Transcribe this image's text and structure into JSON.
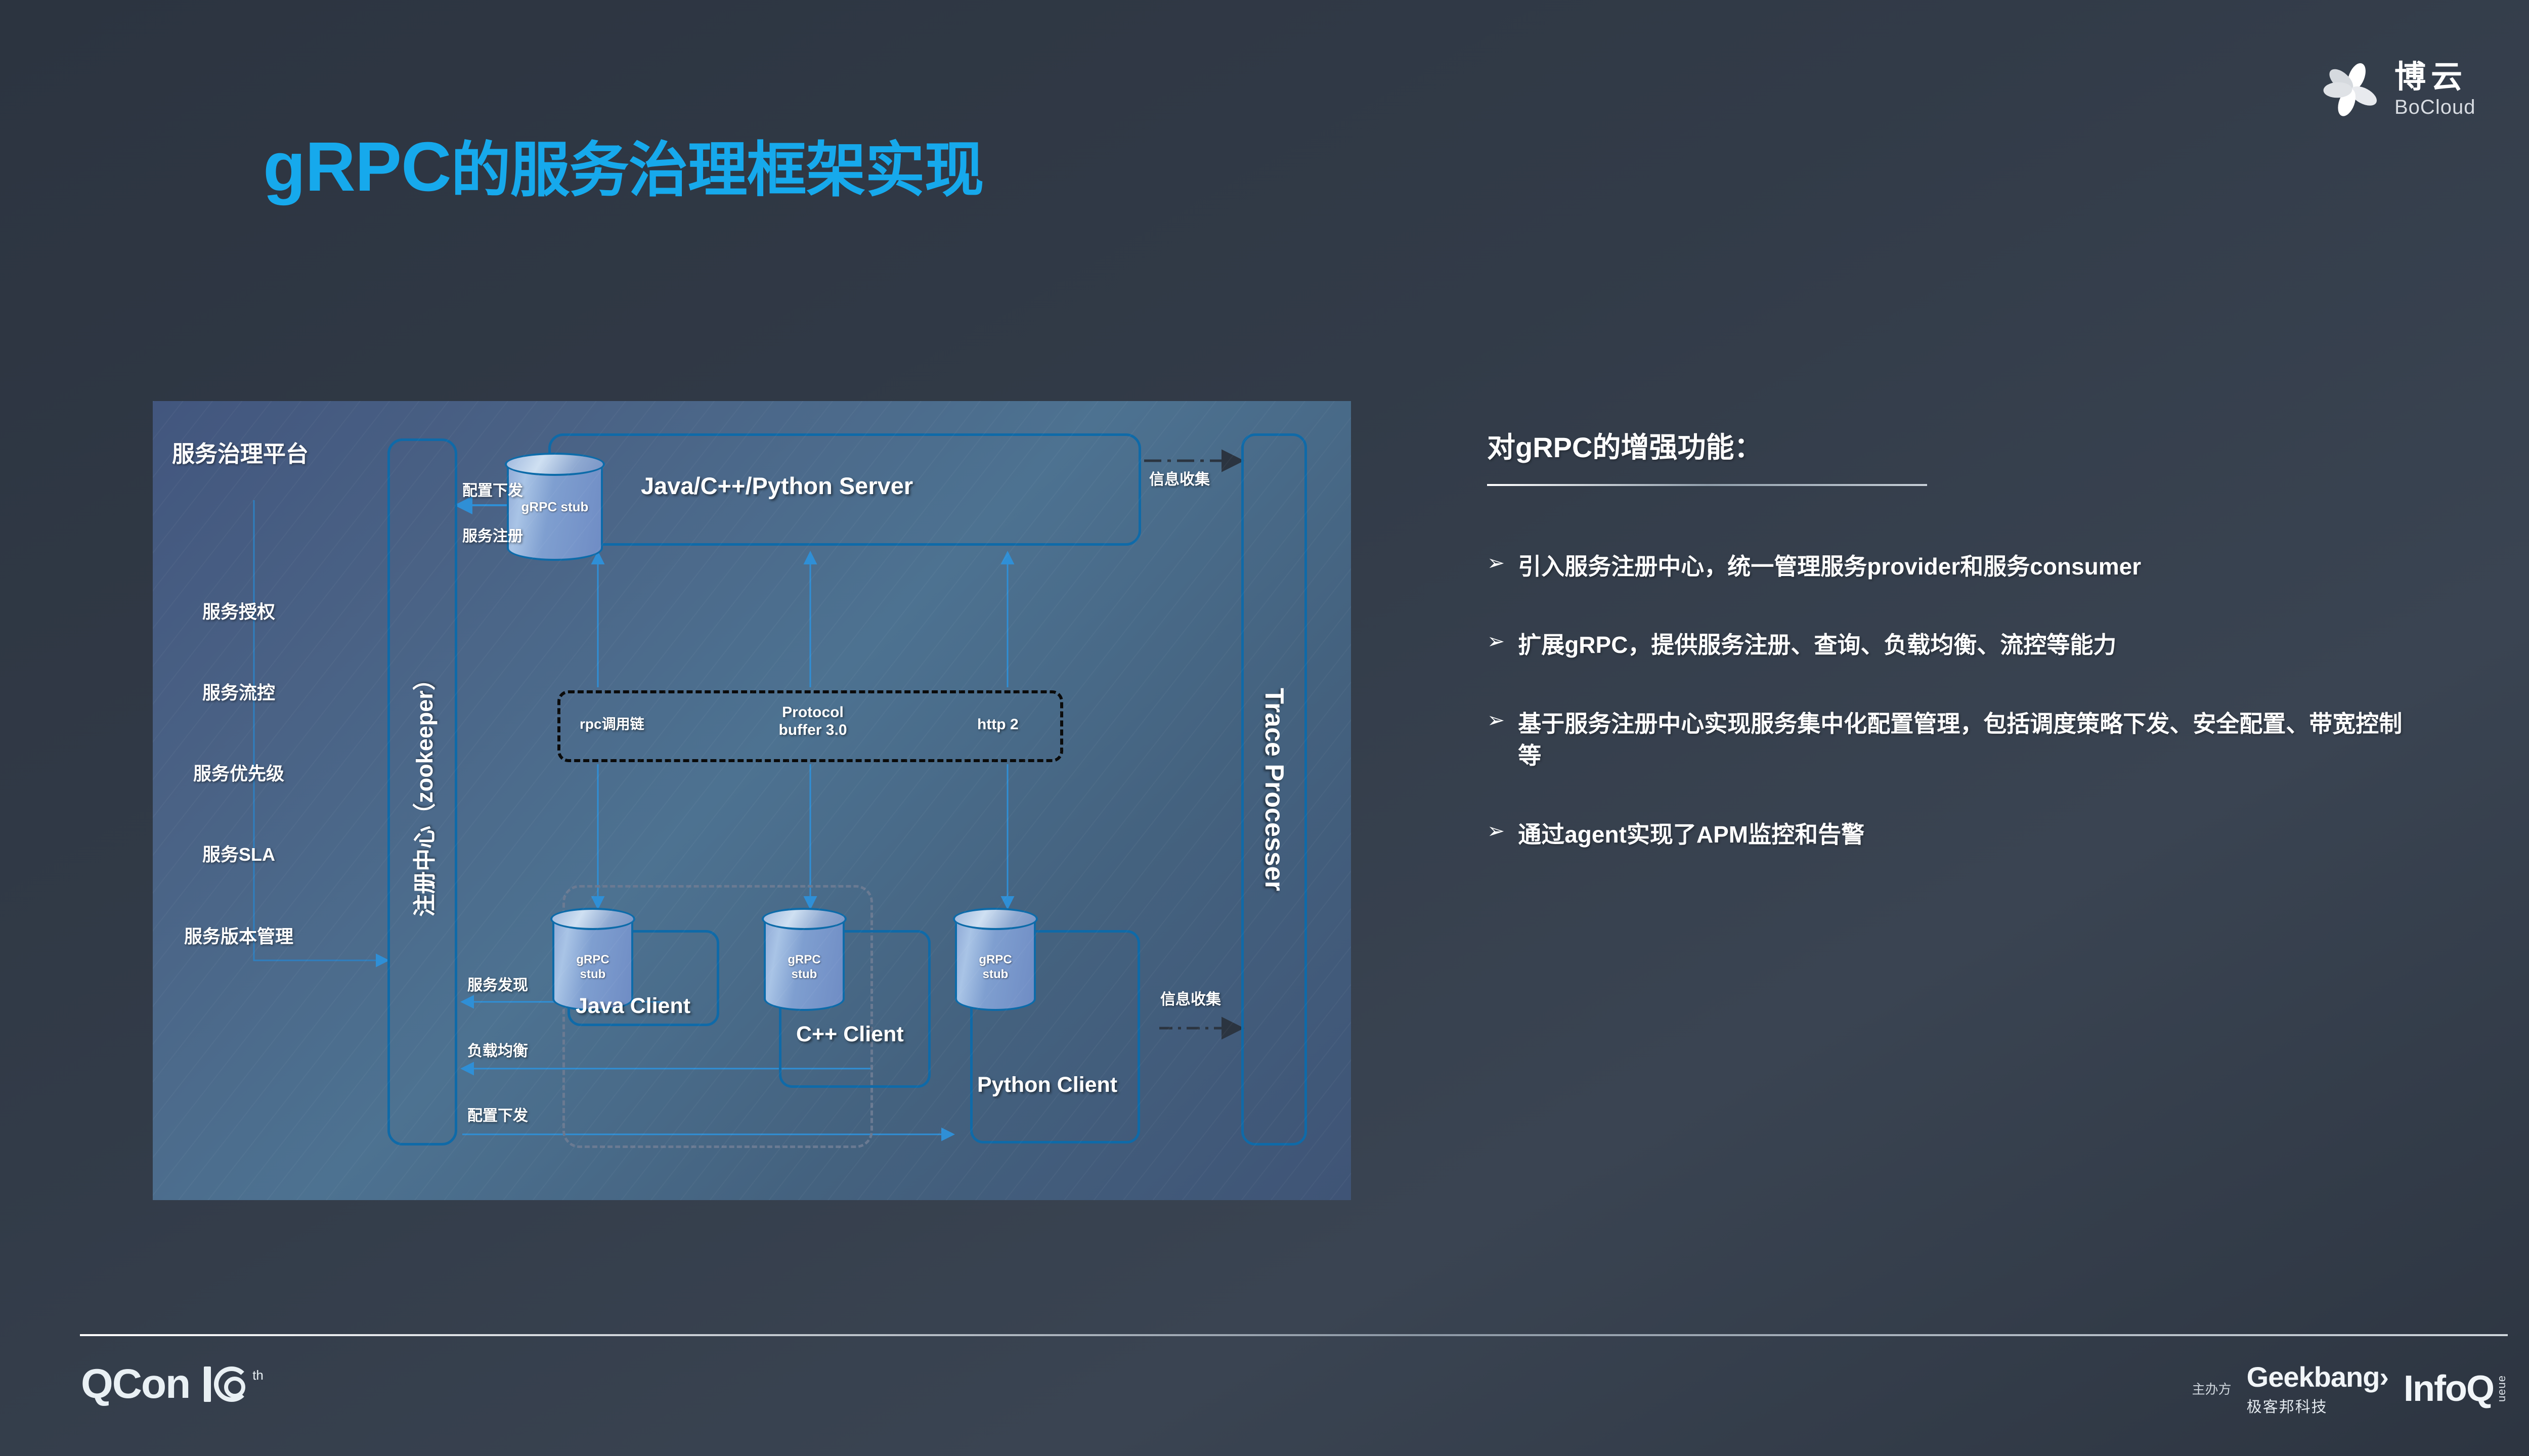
{
  "brand": {
    "logo_cn": "博云",
    "logo_en": "BoCloud",
    "logo_icon": "pinwheel-flower-icon"
  },
  "title": {
    "latin": "gRPC",
    "chinese": "的服务治理框架实现",
    "color": "#16a9ec"
  },
  "diagram": {
    "platform_title": "服务治理平台",
    "platform_items": [
      "服务授权",
      "服务流控",
      "服务优先级",
      "服务SLA",
      "服务版本管理"
    ],
    "registry_label": "注册中心（zookeeper）",
    "server": {
      "stub_label": "gRPC stub",
      "title": "Java/C++/Python Server"
    },
    "server_arrows": {
      "config_push": "配置下发",
      "service_register": "服务注册",
      "info_collect": "信息收集"
    },
    "protocol_box": {
      "left": "rpc调用链",
      "center_line1": "Protocol",
      "center_line2": "buffer 3.0",
      "right": "http 2"
    },
    "clients": [
      {
        "stub_line1": "gRPC",
        "stub_line2": "stub",
        "name": "Java Client"
      },
      {
        "stub_line1": "gRPC",
        "stub_line2": "stub",
        "name": "C++ Client"
      },
      {
        "stub_line1": "gRPC",
        "stub_line2": "stub",
        "name": "Python Client"
      }
    ],
    "client_arrows": {
      "service_discovery": "服务发现",
      "load_balance": "负载均衡",
      "config_push": "配置下发",
      "info_collect": "信息收集"
    },
    "trace_label": "Trace Processer"
  },
  "right_panel": {
    "heading": "对gRPC的增强功能：",
    "bullet_glyph": "➢",
    "items": [
      "引入服务注册中心，统一管理服务provider和服务consumer",
      "扩展gRPC，提供服务注册、查询、负载均衡、流控等能力",
      "基于服务注册中心实现服务集中化配置管理，包括调度策略下发、安全配置、带宽控制等",
      "通过agent实现了APM监控和告警"
    ]
  },
  "footer": {
    "conference": "QCon",
    "edition_ordinal": "th",
    "sponsor_label": "主办方",
    "geekbang_en": "Geekbang›",
    "geekbang_cn": "极客邦科技",
    "infoq_main": "InfoQ",
    "infoq_sub": "ueue"
  }
}
